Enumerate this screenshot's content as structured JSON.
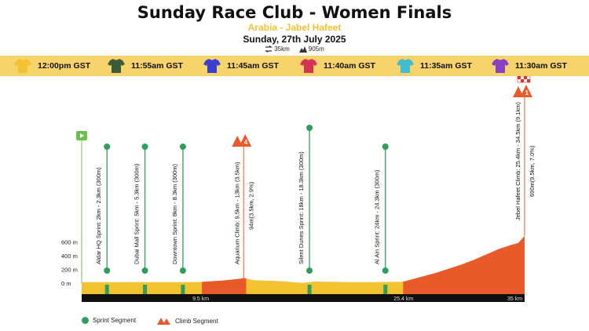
{
  "header": {
    "title": "Sunday Race Club - Women Finals",
    "subtitle": "Arabia - Jabel Hafeet",
    "date": "Sunday, 27th July 2025",
    "distance": "35km",
    "elevation": "905m"
  },
  "time_bar": [
    {
      "time": "12:00pm GST",
      "jersey_color": "#f2c230",
      "jersey_icon": "jersey-icon"
    },
    {
      "time": "11:55am GST",
      "jersey_color": "#3d5a3a",
      "jersey_icon": "jersey-icon"
    },
    {
      "time": "11:45am GST",
      "jersey_color": "#3a3fd1",
      "jersey_icon": "jersey-icon"
    },
    {
      "time": "11:40am GST",
      "jersey_color": "#d63157",
      "jersey_icon": "jersey-icon"
    },
    {
      "time": "11:35am GST",
      "jersey_color": "#3fbcd0",
      "jersey_icon": "jersey-icon"
    },
    {
      "time": "11:30am GST",
      "jersey_color": "#8a3fc4",
      "jersey_icon": "jersey-icon"
    }
  ],
  "chart_data": {
    "type": "area",
    "y_ticks": [
      "600 m",
      "400 m",
      "200 m",
      "0 m"
    ],
    "x_markers": [
      "9.5 km",
      "25.4 km",
      "35 km"
    ],
    "sprints": [
      {
        "label": "Aldar HQ Sprint: 2km - 2.3km (300m)",
        "km": 2
      },
      {
        "label": "Dubai Mall Sprint: 5km - 5.3km (300m)",
        "km": 5
      },
      {
        "label": "Downtown Sprint: 8km - 8.3km (300m)",
        "km": 8
      },
      {
        "label": "Silent Dunes Sprint: 18km - 18.3km (300m)",
        "km": 18
      },
      {
        "label": "Al Ain Sprint: 24km - 24.3km (300m)",
        "km": 24
      }
    ],
    "climbs": [
      {
        "label": "Aquarium Climb: 9.5km - 13km (3.5km)",
        "sublabel": "94m(3.5km, 2.9%)",
        "km": 12.8,
        "category": "4"
      },
      {
        "label": "Jebel Hafeet Climb: 25.4km - 34.5km (9.1km)",
        "sublabel": "690m(9.5km, 7.0%)",
        "km": 35,
        "category": "1"
      }
    ],
    "elevation_profile": [
      [
        0,
        15
      ],
      [
        0.5,
        16
      ],
      [
        1,
        15
      ],
      [
        2,
        14
      ],
      [
        3,
        15
      ],
      [
        4,
        16
      ],
      [
        5,
        15
      ],
      [
        6,
        14
      ],
      [
        7,
        15
      ],
      [
        8,
        15
      ],
      [
        9,
        16
      ],
      [
        9.5,
        18
      ],
      [
        10,
        25
      ],
      [
        10.5,
        30
      ],
      [
        11,
        36
      ],
      [
        11.5,
        45
      ],
      [
        12,
        55
      ],
      [
        12.5,
        65
      ],
      [
        12.8,
        75
      ],
      [
        13,
        68
      ],
      [
        13.5,
        45
      ],
      [
        14,
        40
      ],
      [
        15,
        35
      ],
      [
        16,
        25
      ],
      [
        17,
        10
      ],
      [
        17.5,
        5
      ],
      [
        18,
        15
      ],
      [
        18.5,
        25
      ],
      [
        19,
        20
      ],
      [
        20,
        18
      ],
      [
        21,
        15
      ],
      [
        22,
        14
      ],
      [
        23,
        15
      ],
      [
        24,
        17
      ],
      [
        25,
        18
      ],
      [
        25.4,
        22
      ],
      [
        26,
        50
      ],
      [
        27,
        100
      ],
      [
        28,
        150
      ],
      [
        29,
        210
      ],
      [
        30,
        270
      ],
      [
        31,
        340
      ],
      [
        32,
        420
      ],
      [
        33,
        500
      ],
      [
        34,
        560
      ],
      [
        34.5,
        585
      ],
      [
        35,
        690
      ]
    ]
  },
  "legend": {
    "sprint": "Sprint Segment",
    "climb": "Climb Segment"
  }
}
